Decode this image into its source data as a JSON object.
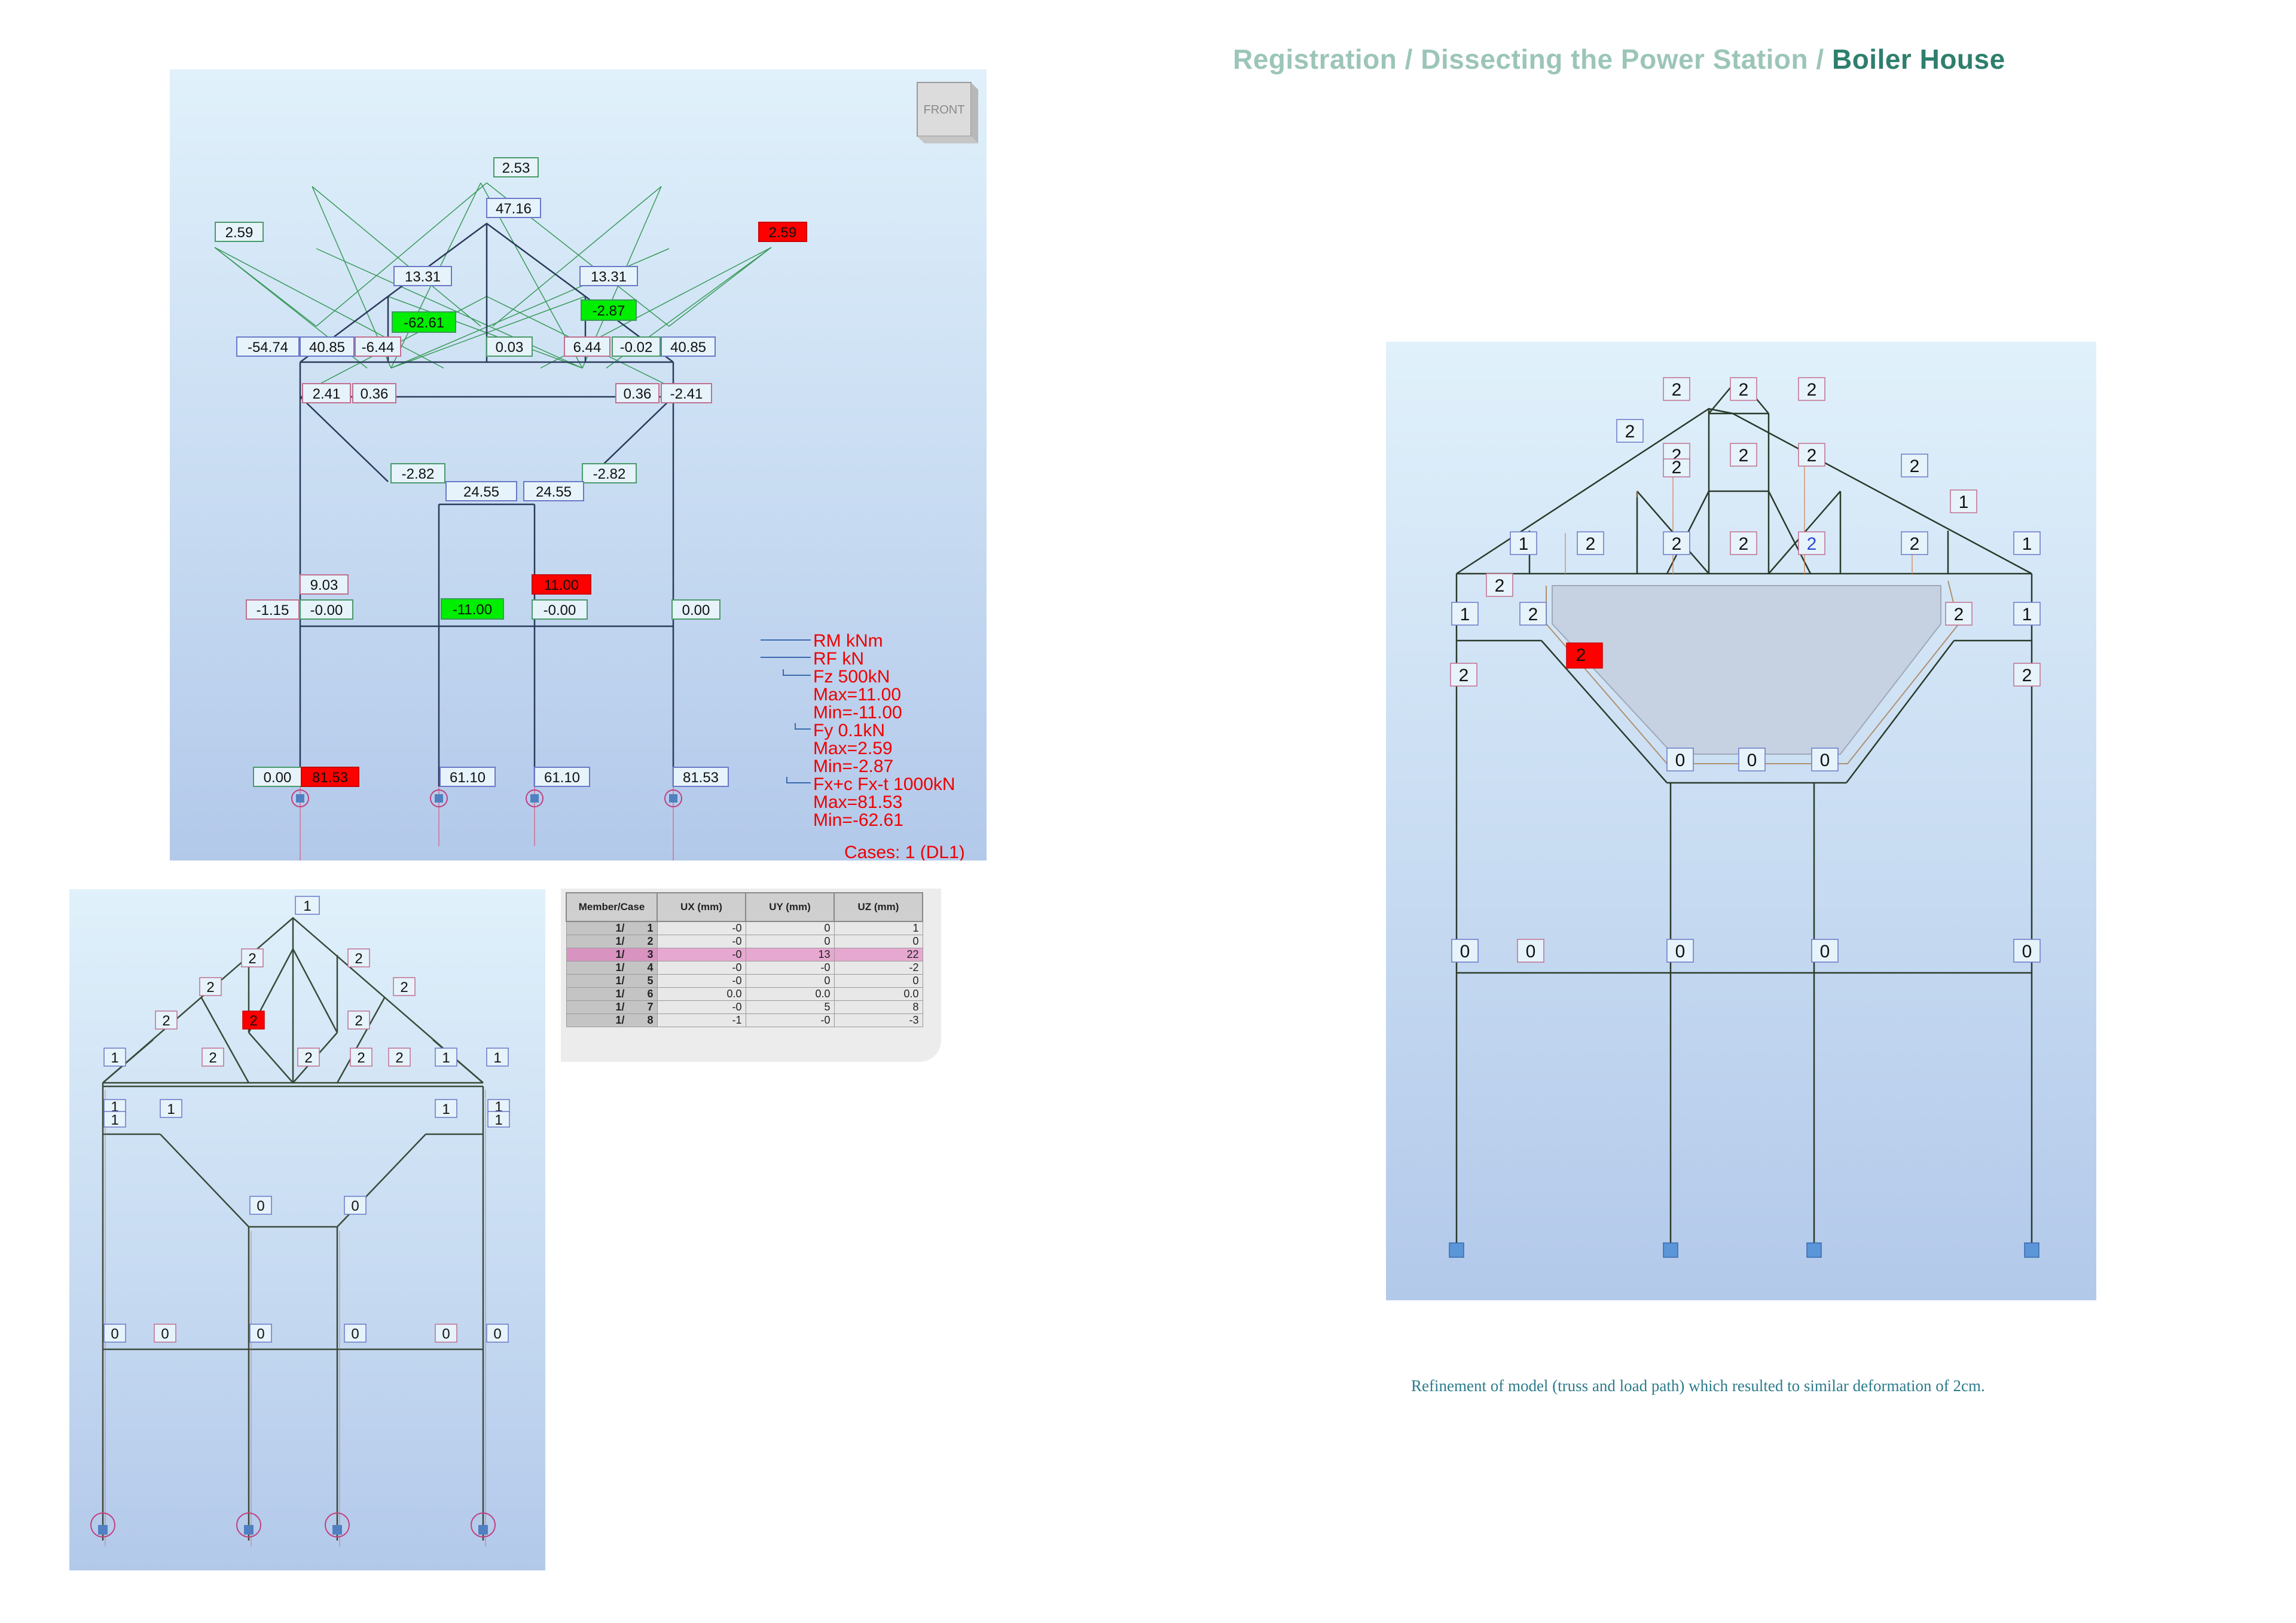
{
  "header": {
    "breadcrumb_1": "Registration",
    "separator": " / ",
    "breadcrumb_2": "Dissecting the Power Station",
    "current": "Boiler House"
  },
  "colors": {
    "header_light": "#9cc5b9",
    "header_dark": "#2e7f6d",
    "panel_top": "#e0f1fb",
    "panel_bottom": "#b3c9ea",
    "label_red": "#ff0000",
    "label_green": "#00ee00"
  },
  "diagram_top": {
    "view_cube": "FRONT",
    "labels": {
      "apex": "2.53",
      "ridge": "47.16",
      "out_l": "2.59",
      "out_r": "2.59",
      "tl": "13.31",
      "tr": "13.31",
      "green_l": "-62.61",
      "green_r": "-2.87",
      "b1": "-54.74",
      "b2": "40.85",
      "b3": "-6.44",
      "b4": "0.03",
      "b5": "6.44",
      "b6": "-0.02",
      "b7": "40.85",
      "c1": "2.41",
      "c2": "0.36",
      "c3": "0.36",
      "c4": "-2.41",
      "h1": "-2.82",
      "h2": "-2.82",
      "h3": "24.55",
      "h4": "24.55",
      "d1": "9.03",
      "d2": "11.00",
      "e1": "-1.15",
      "e2": "-0.00",
      "e3": "-11.00",
      "e4": "-0.00",
      "e5": "0.00",
      "f1": "0.00",
      "f2": "81.53",
      "f3": "61.10",
      "f4": "61.10",
      "f5": "81.53"
    },
    "legend": [
      "RM kNm",
      "RF kN",
      "Fz  500kN",
      "Max=11.00",
      "Min=-11.00",
      "Fy  0.1kN",
      "Max=2.59",
      "Min=-2.87",
      "Fx+c Fx-t  1000kN",
      "Max=81.53",
      "Min=-62.61"
    ],
    "cases": "Cases: 1 (DL1)"
  },
  "diagram_bl": {
    "labels": {
      "apex": "1",
      "r1a": "2",
      "r1b": "2",
      "r2a": "2",
      "r2b": "2",
      "r3a": "2",
      "r3red": "2",
      "r3b": "2",
      "c1": "1",
      "c2": "2",
      "c3": "2",
      "c4": "2",
      "c5": "2",
      "c6": "1",
      "c7": "1",
      "m1": "1",
      "m1b": "1",
      "m2": "1",
      "m3": "1",
      "m4": "1",
      "m4b": "1",
      "h1": "0",
      "h2": "0",
      "g1": "0",
      "g2": "0",
      "g3": "0",
      "g4": "0",
      "g5": "0",
      "g6": "0"
    }
  },
  "table": {
    "headers": [
      "Member/Case",
      "UX (mm)",
      "UY (mm)",
      "UZ (mm)"
    ],
    "rows": [
      {
        "member": "1/",
        "case": "1",
        "ux": "-0",
        "uy": "0",
        "uz": "1"
      },
      {
        "member": "1/",
        "case": "2",
        "ux": "-0",
        "uy": "0",
        "uz": "0"
      },
      {
        "member": "1/",
        "case": "3",
        "ux": "-0",
        "uy": "13",
        "uz": "22",
        "highlight": true
      },
      {
        "member": "1/",
        "case": "4",
        "ux": "-0",
        "uy": "-0",
        "uz": "-2"
      },
      {
        "member": "1/",
        "case": "5",
        "ux": "-0",
        "uy": "0",
        "uz": "0"
      },
      {
        "member": "1/",
        "case": "6",
        "ux": "0.0",
        "uy": "0.0",
        "uz": "0.0"
      },
      {
        "member": "1/",
        "case": "7",
        "ux": "-0",
        "uy": "5",
        "uz": "8"
      },
      {
        "member": "1/",
        "case": "8",
        "ux": "-1",
        "uy": "-0",
        "uz": "-3"
      }
    ]
  },
  "diagram_right": {
    "labels": {
      "t1": "2",
      "t2": "2",
      "t3": "2",
      "s1": "2",
      "s2": "2",
      "s3": "2",
      "s4": "2",
      "s5": "2",
      "s6": "2",
      "n1": "1",
      "r1": "1",
      "r2": "2",
      "r3": "2",
      "r4": "2",
      "r5": "2",
      "r6": "2",
      "r7": "1",
      "q1": "2",
      "p1": "1",
      "p2": "2",
      "p3": "2",
      "p4": "1",
      "red": "2",
      "o1": "2",
      "o2": "2",
      "z1": "0",
      "z2": "0",
      "z3": "0",
      "g1": "0",
      "g2": "0",
      "g3": "0",
      "g4": "0",
      "g5": "0"
    }
  },
  "caption": "Refinement of model (truss and load path) which resulted to similar deformation of 2cm."
}
